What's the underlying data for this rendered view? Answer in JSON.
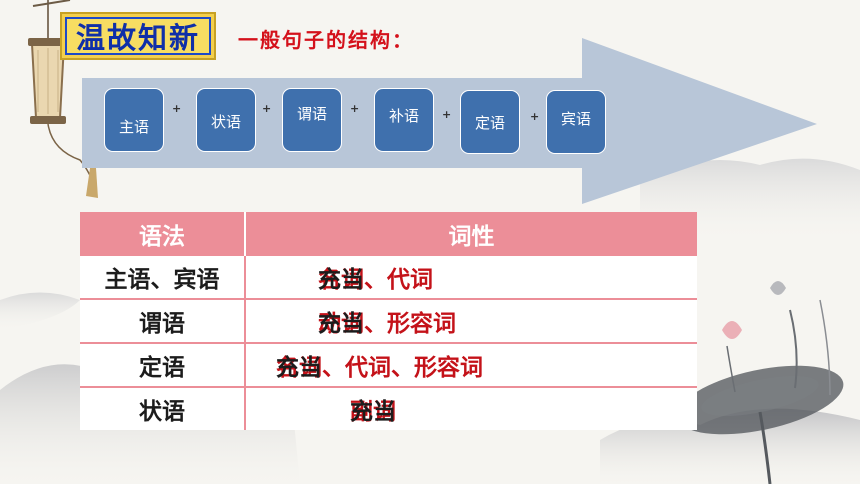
{
  "title_badge": "温故知新",
  "subtitle": "一般句子的结构：",
  "structure": {
    "components": [
      "主语",
      "状语",
      "谓语",
      "补语",
      "定语",
      "宾语"
    ],
    "connector": "+"
  },
  "table": {
    "headers": [
      "语法",
      "词性"
    ],
    "rows": [
      {
        "role": "主语、宾语",
        "usage": "名词、代词",
        "suffix": "充当"
      },
      {
        "role": "谓语",
        "usage": "动词、形容词",
        "suffix": "充当"
      },
      {
        "role": "定语",
        "usage": "名词、代词、形容词",
        "suffix": "充当"
      },
      {
        "role": "状语",
        "usage": "副词",
        "suffix": "充当"
      }
    ]
  },
  "colors": {
    "title_blue": "#0f2fa8",
    "subtitle_red": "#d4111b",
    "node_blue": "#3f70ad",
    "arrow_gray": "#b8c6d8",
    "table_header_pink": "#ec8e98",
    "usage_red": "#c41219"
  }
}
